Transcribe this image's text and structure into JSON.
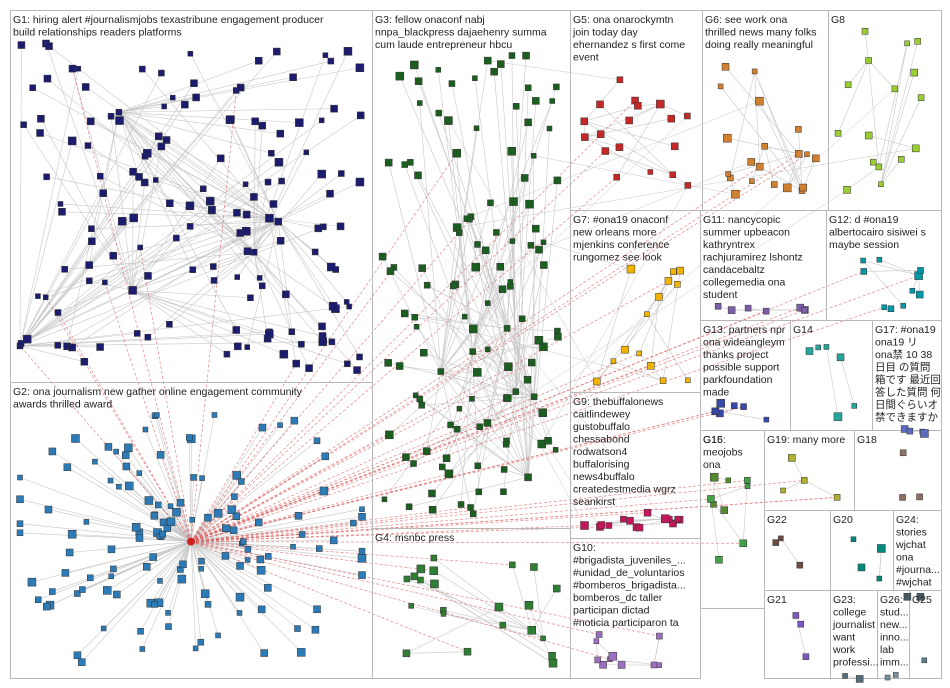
{
  "graph": {
    "edge_color_inter": "#e06060",
    "edge_color_intra": "#c8c8c8",
    "node_outline": "#333333",
    "groups": [
      {
        "id": "G1",
        "lines": [
          "G1: hiring alert #journalismjobs texastribune engagement producer",
          "build relationships readers platforms"
        ],
        "color": "#1c1c6e"
      },
      {
        "id": "G2",
        "lines": [
          "G2: ona journalism new gather online engagement community",
          "awards thrilled award"
        ],
        "color": "#2c7bb6"
      },
      {
        "id": "G3",
        "lines": [
          "G3: fellow onaconf nabj",
          "nnpa_blackpress dajaehenry summa",
          "cum laude entrepreneur hbcu"
        ],
        "color": "#1b5e20"
      },
      {
        "id": "G4",
        "lines": [
          "G4: msnbc press"
        ],
        "color": "#2e7d32"
      },
      {
        "id": "G5",
        "lines": [
          "G5: ona onarockymtn",
          "join today day",
          "ehernandez s first come",
          "event"
        ],
        "color": "#c62828"
      },
      {
        "id": "G6",
        "lines": [
          "G6: see work ona",
          "thrilled news many folks",
          "doing really meaningful"
        ],
        "color": "#d08030"
      },
      {
        "id": "G7",
        "lines": [
          "G7: #ona19 onaconf",
          "new orleans more",
          "mjenkins conference",
          "rungomez see look"
        ],
        "color": "#f0b400"
      },
      {
        "id": "G8",
        "lines": [
          "G8"
        ],
        "color": "#9acd32"
      },
      {
        "id": "G9",
        "lines": [
          "G9: thebuffalonews",
          "caitlindewey",
          "gustobuffalo",
          "chessabond",
          "rodwatson4",
          "buffalorising",
          "news4buffalo",
          "createdestmedia wgrz",
          "seankirst"
        ],
        "color": "#c2185b"
      },
      {
        "id": "G10",
        "lines": [
          "G10:",
          "#brigadista_juveniles_...",
          "#unidad_de_voluntarios",
          "#bomberos_brigadista...",
          "bomberos_dc taller",
          "participan dictad",
          "#noticia participaron ta"
        ],
        "color": "#9c6fc0"
      },
      {
        "id": "G11",
        "lines": [
          "G11: nancycopic",
          "summer upbeacon",
          "kathryntrex",
          "rachjuramirez lshontz",
          "candacebaltz",
          "collegemedia ona",
          "student"
        ],
        "color": "#7b5ea7"
      },
      {
        "id": "G12",
        "lines": [
          "G12: d #ona19",
          "albertocairo sisiwei s",
          "maybe session"
        ],
        "color": "#0097a7"
      },
      {
        "id": "G13",
        "lines": [
          "G13: partners npr",
          "ona wideangleym",
          "thanks project",
          "possible support",
          "parkfoundation",
          "made"
        ],
        "color": "#3949ab"
      },
      {
        "id": "G14",
        "lines": [
          "G14"
        ],
        "color": "#26a69a"
      },
      {
        "id": "G15",
        "lines": [
          "G15:",
          "meojobs",
          "ona"
        ],
        "color": "#558b2f"
      },
      {
        "id": "G16",
        "lines": [
          "G16"
        ],
        "color": "#43a047"
      },
      {
        "id": "G17",
        "lines": [
          "G17: #ona19",
          "ona19 リ",
          "ona禁 10 38",
          "日目 の質問",
          "箱です 最近回",
          "答した質問 何",
          "日間ぐらいオ",
          "禁できますか"
        ],
        "color": "#5c6bc0"
      },
      {
        "id": "G18",
        "lines": [
          "G18"
        ],
        "color": "#8d6e63"
      },
      {
        "id": "G19",
        "lines": [
          "G19: many more"
        ],
        "color": "#b0b030"
      },
      {
        "id": "G20",
        "lines": [
          "G20"
        ],
        "color": "#00897b"
      },
      {
        "id": "G21",
        "lines": [
          "G21"
        ],
        "color": "#7e57c2"
      },
      {
        "id": "G22",
        "lines": [
          "G22"
        ],
        "color": "#6d4c41"
      },
      {
        "id": "G23",
        "lines": [
          "G23:",
          "college",
          "journalist",
          "want",
          "work",
          "professi..."
        ],
        "color": "#546e7a"
      },
      {
        "id": "G24",
        "lines": [
          "G24:",
          "stories",
          "wjchat",
          "ona",
          "#journa...",
          "#wjchat"
        ],
        "color": "#455a64"
      },
      {
        "id": "G25",
        "lines": [
          "G25"
        ],
        "color": "#607d8b"
      },
      {
        "id": "G26",
        "lines": [
          "G26:",
          "stud...",
          "new...",
          "inno...",
          "lab",
          "imm..."
        ],
        "color": "#78909c"
      }
    ]
  }
}
